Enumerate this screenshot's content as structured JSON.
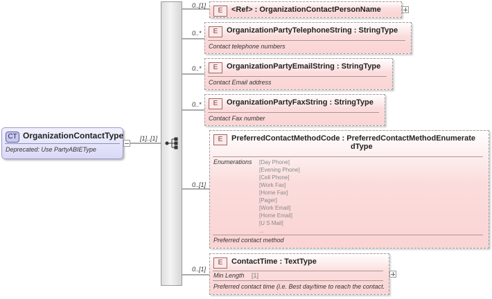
{
  "complex_type": {
    "badge": "CT",
    "name": "OrganizationContactType",
    "documentation": "Deprecated: Use PartyABIEType",
    "cardinality": "[1]..[1]"
  },
  "elements": [
    {
      "badge": "E",
      "name": "<Ref>      : OrganizationContactPersonName",
      "cardinality": "0..[1]"
    },
    {
      "badge": "E",
      "name": "OrganizationPartyTelephoneString : StringType",
      "documentation": "Contact telephone numbers",
      "cardinality": "0..*"
    },
    {
      "badge": "E",
      "name": "OrganizationPartyEmailString : StringType",
      "documentation": "Contact Email address",
      "cardinality": "0..*"
    },
    {
      "badge": "E",
      "name": "OrganizationPartyFaxString : StringType",
      "documentation": "Contact Fax number",
      "cardinality": "0..*"
    },
    {
      "badge": "E",
      "name_line1": "PreferredContactMethodCode : PreferredContactMethodEnumerate",
      "name_line2": "dType",
      "enumerations_label": "Enumerations",
      "enumerations": [
        "[Day Phone]",
        "[Evening Phone]",
        "[Cell Phone]",
        "[Work Fax]",
        "[Home Fax]",
        "[Pager]",
        "[Work Email]",
        "[Home Email]",
        "[U S Mail]",
        "..."
      ],
      "documentation": "Preferred contact method",
      "cardinality": "0..[1]"
    },
    {
      "badge": "E",
      "name": "ContactTime : TextType",
      "facet_label": "Min Length",
      "facet_value": "[1]",
      "documentation": "Preferred contact time (i.e. Best day/time to reach the contact.",
      "cardinality": "0..[1]"
    }
  ]
}
